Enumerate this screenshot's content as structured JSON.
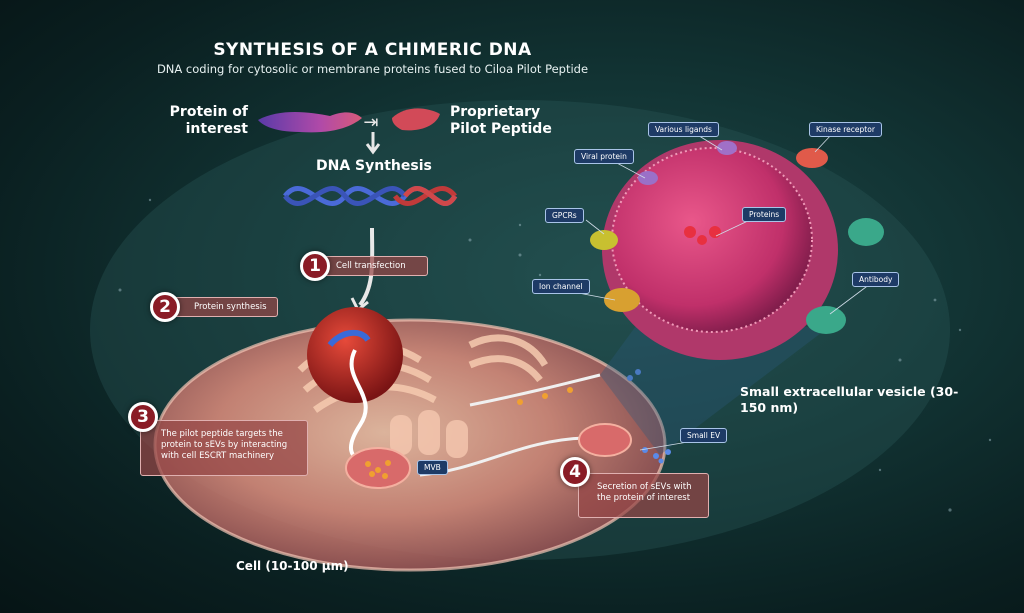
{
  "title": "SYNTHESIS OF A CHIMERIC DNA",
  "subtitle": "DNA coding for cytosolic or membrane proteins fused to Ciloa Pilot Peptide",
  "labels": {
    "protein_of_interest": "Protein of interest",
    "pilot_peptide": "Proprietary Pilot Peptide",
    "dna_synthesis": "DNA Synthesis",
    "cell_size": "Cell (10-100 µm)",
    "sev": "Small extracellular vesicle (30-150 nm)"
  },
  "steps": [
    {
      "number": "1",
      "text": "Cell transfection"
    },
    {
      "number": "2",
      "text": "Protein synthesis"
    },
    {
      "number": "3",
      "text": "The pilot peptide targets the protein to sEVs by interacting with cell ESCRT machinery"
    },
    {
      "number": "4",
      "text": "Secretion of sEVs with the protein of interest"
    }
  ],
  "tags": {
    "mvb": "MVB",
    "small_ev": "Small EV",
    "various_ligands": "Various ligands",
    "kinase_receptor": "Kinase receptor",
    "viral_protein": "Viral protein",
    "gpcrs": "GPCRs",
    "proteins": "Proteins",
    "ion_channel": "Ion channel",
    "antibody": "Antibody"
  },
  "colors": {
    "step_circle": "#8a1c26",
    "step_box": "#964646",
    "tag_bg": "#1e3b66",
    "background": "#123434"
  }
}
